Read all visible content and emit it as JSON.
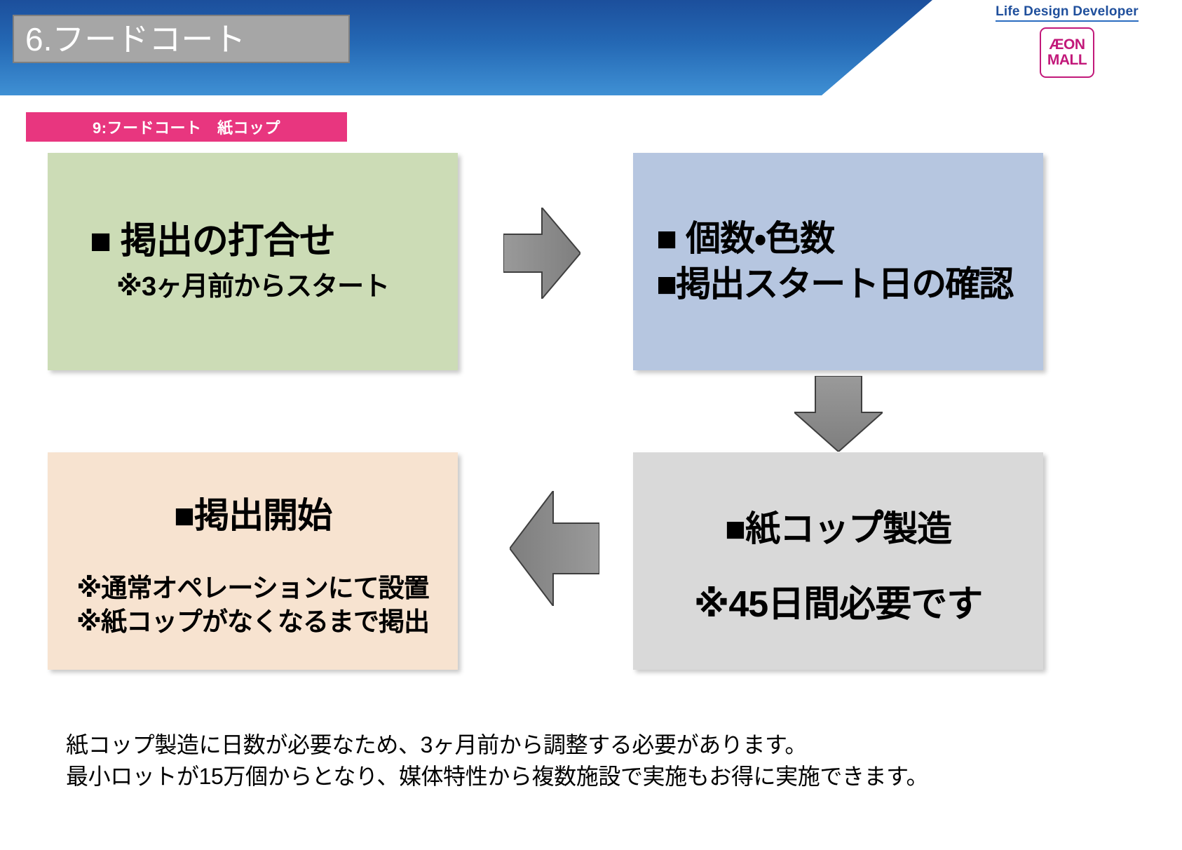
{
  "header": {
    "title": "6.フードコート",
    "brand_tagline": "Life Design Developer",
    "logo_top": "ÆON",
    "logo_bottom": "MALL",
    "accent_blue": "#1f4f9c",
    "logo_pink": "#c2197a"
  },
  "section_label": {
    "text": "9:フードコート　紙コップ",
    "background": "#e8367f"
  },
  "flow": {
    "step1": {
      "heading": "■ 掲出の打合せ",
      "sub": "※3ヶ月前からスタート",
      "color": "#ccdcb6"
    },
    "step2": {
      "line1": "■ 個数・色数",
      "line2": "■掲出スタート日の確認",
      "color": "#b6c6e0"
    },
    "step3": {
      "heading": "■紙コップ゚製造",
      "sub": "※45日間必要です",
      "color": "#d9d9d9"
    },
    "step4": {
      "heading": "■掲出開始",
      "sub1": "※通常オペレーションにて設置",
      "sub2": "※紙コップがなくなるまで掲出",
      "color": "#f7e3d0"
    }
  },
  "arrows": {
    "right": "arrow-right-icon",
    "down": "arrow-down-icon",
    "left": "arrow-left-icon",
    "fill": "#8c8c8c"
  },
  "footer": {
    "line1": "紙コップ製造に日数が必要なため、3ヶ月前から調整する必要があります。",
    "line2": "最小ロットが15万個からとなり、媒体特性から複数施設で実施もお得に実施できます。"
  }
}
